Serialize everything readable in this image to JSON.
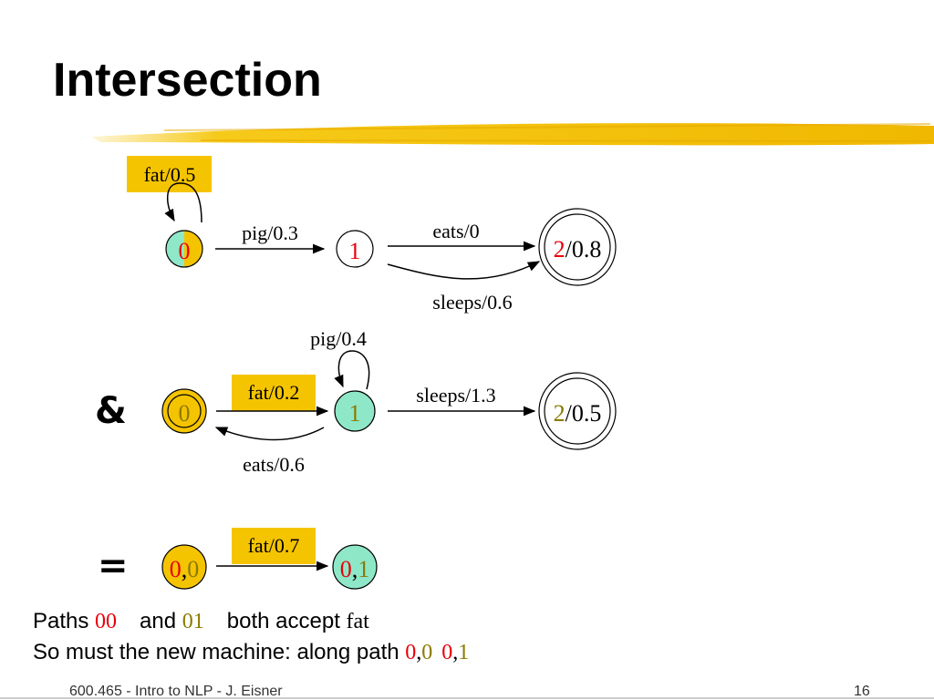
{
  "title": "Intersection",
  "colors": {
    "highlight": "#f5c400",
    "mint": "#8ee8c8",
    "red": "#e8000b",
    "olive": "#8a7a00"
  },
  "machine1": {
    "states": {
      "s0": "0",
      "s1": "1",
      "s2_num": "2",
      "s2_weight": "/0.8"
    },
    "arcs": {
      "self_loop": "fat/0.5",
      "s0_s1": "pig/0.3",
      "s1_s2_top": "eats/0",
      "s1_s2_bottom": "sleeps/0.6"
    }
  },
  "machine2": {
    "operator": "&",
    "states": {
      "s0": "0",
      "s1": "1",
      "s2_num": "2",
      "s2_weight": "/0.5"
    },
    "arcs": {
      "s0_s1": "fat/0.2",
      "self_loop": "pig/0.4",
      "s1_s2": "sleeps/1.3",
      "s1_s0": "eats/0.6"
    }
  },
  "result": {
    "operator": "=",
    "states": {
      "a_first": "0",
      "a_comma": ",",
      "a_second": "0",
      "b_first": "0",
      "b_comma": ",",
      "b_second": "1"
    },
    "arc": "fat/0.7"
  },
  "text": {
    "line1": {
      "prefix": "Paths ",
      "path_a": "00",
      "conj": "and ",
      "path_b": "01",
      "suffix": "both accept ",
      "word": "fat"
    },
    "line2": {
      "prefix": "So must the new machine: along path ",
      "p1_first": "0",
      "p1_comma": ",",
      "p1_second": "0",
      "p2_first": "0",
      "p2_comma": ",",
      "p2_second": "1"
    }
  },
  "footer": {
    "left": "600.465 - Intro to NLP - J. Eisner",
    "page": "16"
  }
}
